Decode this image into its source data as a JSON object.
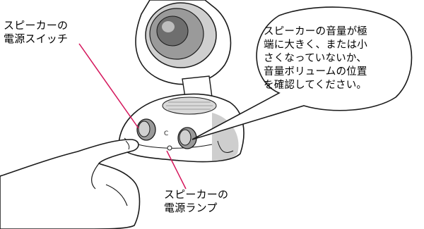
{
  "diagram": {
    "power_switch_label": [
      "スピーカーの",
      "電源スイッチ"
    ],
    "power_lamp_label": [
      "スピーカーの",
      "電源ランプ"
    ],
    "lamp_marking": "C",
    "note_bubble": [
      "スピーカーの音量が極",
      "端に大きく、または小",
      "さくなっていないか、",
      "音量ボリュームの位置",
      "を確認してください。"
    ],
    "colors": {
      "leader_line": "#d4145a",
      "outline": "#1a1a1a",
      "speaker_gray": "#9a9a9a",
      "body_white": "#ffffff",
      "shadow_gray": "#c9c9c9"
    }
  }
}
